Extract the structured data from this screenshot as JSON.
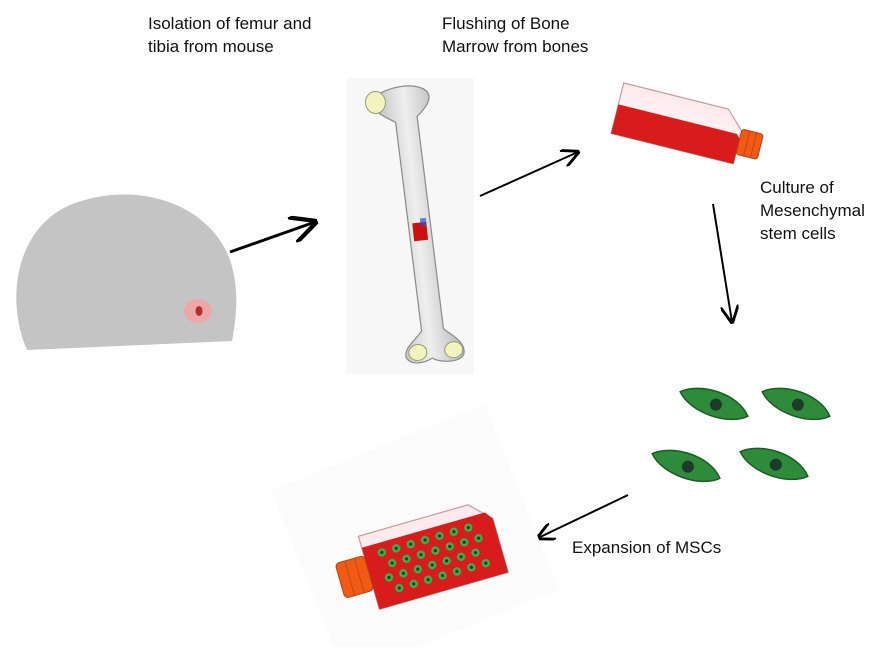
{
  "steps": [
    {
      "lines": [
        "Isolation of femur and",
        "tibia from mouse"
      ]
    },
    {
      "lines": [
        "Flushing of Bone",
        "Marrow from bones"
      ]
    },
    {
      "lines": [
        "Culture of",
        "Mesenchymal",
        "stem cells"
      ]
    },
    {
      "lines": [
        "Expansion of MSCs"
      ]
    }
  ],
  "colors": {
    "mouse_body": "#c4c4c4",
    "mouse_eye": "#f2a4a4",
    "bone": "#d9d9d9",
    "bone_outline": "#8a8a8a",
    "bone_joint": "#f3f3c0",
    "marrow": "#cc1010",
    "flask_liquid": "#d81b1b",
    "flask_cap": "#f05a14",
    "cell_fill": "#2e8b3a",
    "cell_nucleus": "#1d3a2a",
    "arrow": "#000000"
  },
  "icons": [
    "mouse-head-icon",
    "femur-bone-icon",
    "culture-flask-icon",
    "msc-cell-icon",
    "expansion-flask-icon"
  ]
}
